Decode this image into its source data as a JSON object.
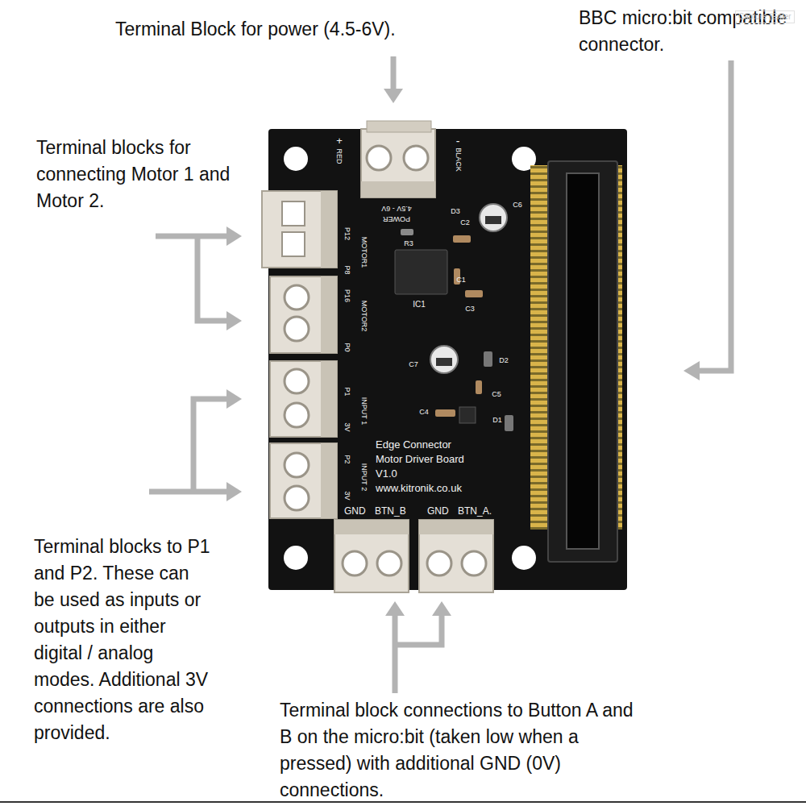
{
  "diagram": {
    "labels": [
      "Terminal Block for power (4.5-6V).",
      "BBC micro:bit compatible connector.",
      "Terminal blocks for connecting Motor 1 and Motor 2.",
      "Terminal blocks to P1 and P2. These can be used as inputs or outputs in either digital / analog modes. Additional 3V connections are also provided.",
      "Terminal block connections to Button A and B on the micro:bit (taken low when a pressed) with additional GND (0V) connections.",
      "Capture (Enter",
      "+",
      "RED",
      "-",
      "BLACK",
      "POWER",
      "4.5V - 6V",
      "D3",
      "C2",
      "C6",
      "R3",
      "IC1",
      "C1",
      "C3",
      "C7",
      "D2",
      "C5",
      "C4",
      "D1",
      "P12",
      "MOTOR1",
      "P8",
      "P16",
      "MOTOR2",
      "P0",
      "P1",
      "INPUT 1",
      "3V",
      "P2",
      "INPUT 2",
      "3V",
      "Edge Connector",
      "Motor Driver Board",
      "V1.0",
      "www.kitronik.co.uk",
      "GND",
      "BTN_B",
      "GND",
      "BTN_A."
    ]
  }
}
